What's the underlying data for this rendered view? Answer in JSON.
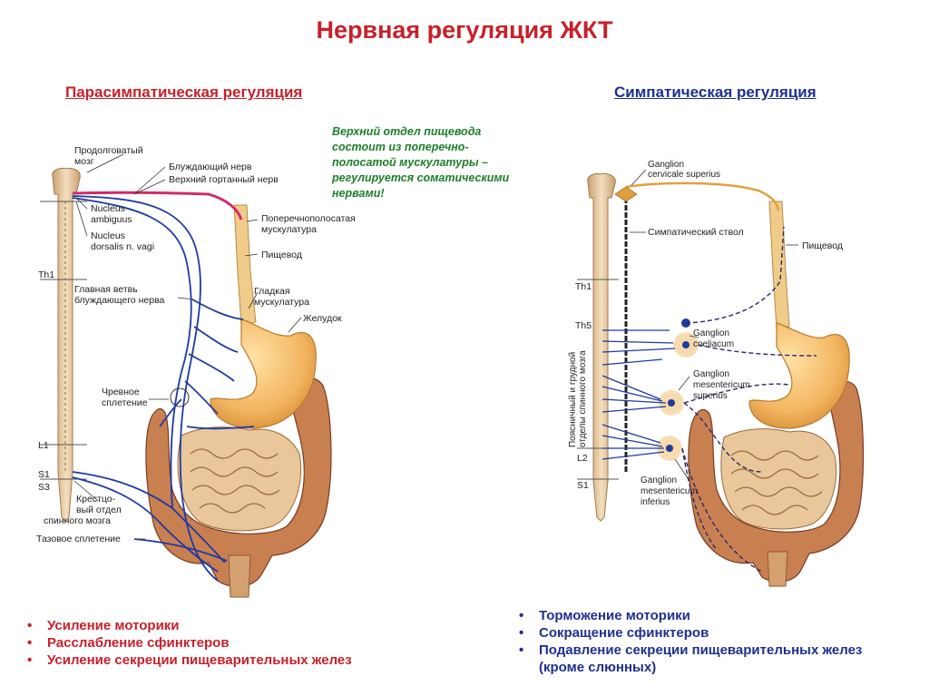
{
  "title": "Нервная регуляция ЖКТ",
  "parasympathetic": {
    "heading": "Парасимпатическая регуляция",
    "note": "Верхний отдел пищевода состоит из поперечно-полосатой мускулатуры – регулируется соматическими нервами!",
    "labels": {
      "medulla_1": "Продолговатый",
      "medulla_2": "мозг",
      "vagus": "Блуждающий нерв",
      "laryngeal": "Верхний гортанный нерв",
      "nucleus_amb_1": "Nucleus",
      "nucleus_amb_2": "ambiguus",
      "nucleus_dors_1": "Nucleus",
      "nucleus_dors_2": "dorsalis n. vagi",
      "striated_1": "Поперечнополосатая",
      "striated_2": "мускулатура",
      "esophagus": "Пищевод",
      "th1": "Th1",
      "main_branch_1": "Главная ветвь",
      "main_branch_2": "блуждающего нерва",
      "smooth_1": "Гладкая",
      "smooth_2": "мускулатура",
      "stomach": "Желудок",
      "celiac_1": "Чревное",
      "celiac_2": "сплетение",
      "l1": "L1",
      "s1": "S1",
      "s3": "S3",
      "sacral_1": "Крестцо-",
      "sacral_2": "вый отдел",
      "sacral_3": "спинного мозга",
      "pelvic": "Тазовое сплетение"
    },
    "effects": [
      "Усиление моторики",
      "Расслабление сфинктеров",
      "Усиление секреции пищеварительных желез"
    ]
  },
  "sympathetic": {
    "heading": "Симпатическая регуляция",
    "labels": {
      "ganglion_cerv_1": "Ganglion",
      "ganglion_cerv_2": "cervicale superius",
      "trunk": "Симпатический ствол",
      "esophagus": "Пищевод",
      "th1": "Th1",
      "th5": "Th5",
      "g_coel_1": "Ganglion",
      "g_coel_2": "coeliacum",
      "g_mes_sup_1": "Ganglion",
      "g_mes_sup_2": "mesentericum",
      "g_mes_sup_3": "superius",
      "l2": "L2",
      "s1": "S1",
      "g_mes_inf_1": "Ganglion",
      "g_mes_inf_2": "mesentericum",
      "g_mes_inf_3": "inferius",
      "vertical_1": "Поясничный и грудной",
      "vertical_2": "отделы спинного мозга"
    },
    "effects": [
      "Торможение моторики",
      "Сокращение сфинктеров",
      "Подавление секреции пищеварительных желез",
      "(кроме слюнных)"
    ]
  },
  "bullet": "•",
  "colors": {
    "title": "#c8202a",
    "parasympathetic": "#c8202a",
    "sympathetic": "#1f2f8f",
    "note": "#1d7d2a",
    "nerve_blue": "#1f3aa0",
    "nerve_orange": "#e0a040",
    "laryngeal": "#d42a6a"
  }
}
